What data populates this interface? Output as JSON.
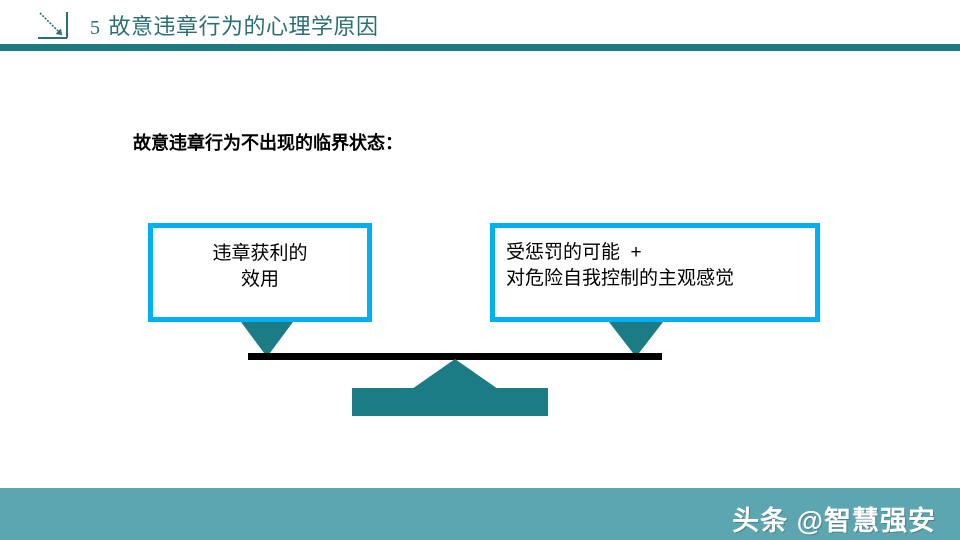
{
  "header": {
    "number": "5",
    "title": "故意违章行为的心理学原因",
    "arrow_icon": "diagonal-arrow-corner-icon",
    "rule_color": "#1c7a82",
    "text_color": "#2b6f72"
  },
  "body": {
    "subtitle": "故意违章行为不出现的临界状态："
  },
  "diagram": {
    "left_box": {
      "line1": "违章获利的",
      "line2": "效用",
      "border_color": "#00b0f0"
    },
    "right_box": {
      "line1": "受惩罚的可能  +",
      "line2": "对危险自我控制的主观感觉",
      "border_color": "#00b0f0"
    },
    "hanger_color": "#1b7c86",
    "beam_color": "#000000",
    "fulcrum_color": "#1b7c86",
    "left_hanger_icon": "down-triangle-icon",
    "right_hanger_icon": "down-triangle-icon",
    "fulcrum_icon": "up-arrow-icon"
  },
  "footer": {
    "watermark": "头条 @智慧强安",
    "band_color": "#5ba6b0",
    "text_color": "#ffffff"
  }
}
